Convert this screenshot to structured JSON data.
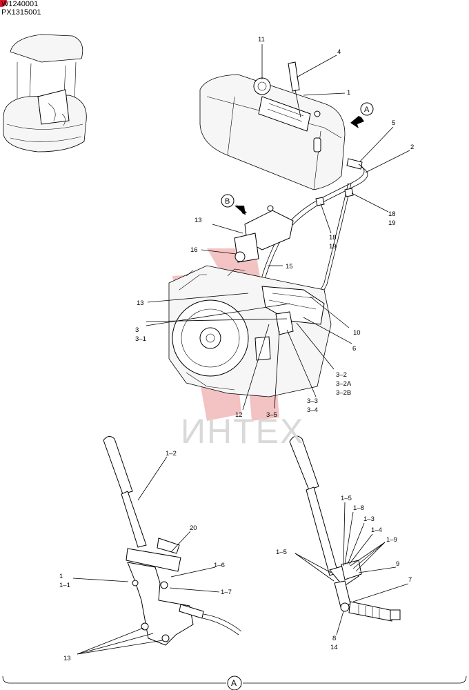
{
  "header": {
    "code_line1": "W1240001",
    "code_line2": "PX1315001"
  },
  "watermark": "ИНТЕХ",
  "colors": {
    "badge": "#e0102a",
    "logo": "#f2b8b8",
    "watermark": "#d9d9d9"
  },
  "views": {
    "a": "A",
    "b": "B"
  },
  "labels": {
    "top": {
      "p11": "11",
      "p4": "4",
      "p1": "1",
      "p5": "5",
      "p2": "2",
      "p18a": "18",
      "p19a": "19",
      "p18b": "18",
      "p19b": "19"
    },
    "middle": {
      "p13a": "13",
      "p16": "16",
      "p15": "15",
      "p13b": "13",
      "p3": "3",
      "p3_1": "3–1",
      "p10": "10",
      "p6": "6",
      "p3_2": "3–2",
      "p3_2A": "3–2A",
      "p3_2B": "3–2B",
      "p3_3": "3–3",
      "p3_4": "3–4",
      "p3_5": "3–5",
      "p12": "12"
    },
    "bottom_left": {
      "p1_2": "1–2",
      "p20": "20",
      "p1": "1",
      "p1_1": "1–1",
      "p1_6": "1–6",
      "p1_7": "1–7",
      "p13": "13"
    },
    "bottom_right": {
      "p1_5a": "1–5",
      "p1_8": "1–8",
      "p1_3": "1–3",
      "p1_4": "1–4",
      "p1_9": "1–9",
      "p1_5b": "1–5",
      "p9": "9",
      "p7": "7",
      "p8": "8",
      "p14": "14"
    }
  }
}
